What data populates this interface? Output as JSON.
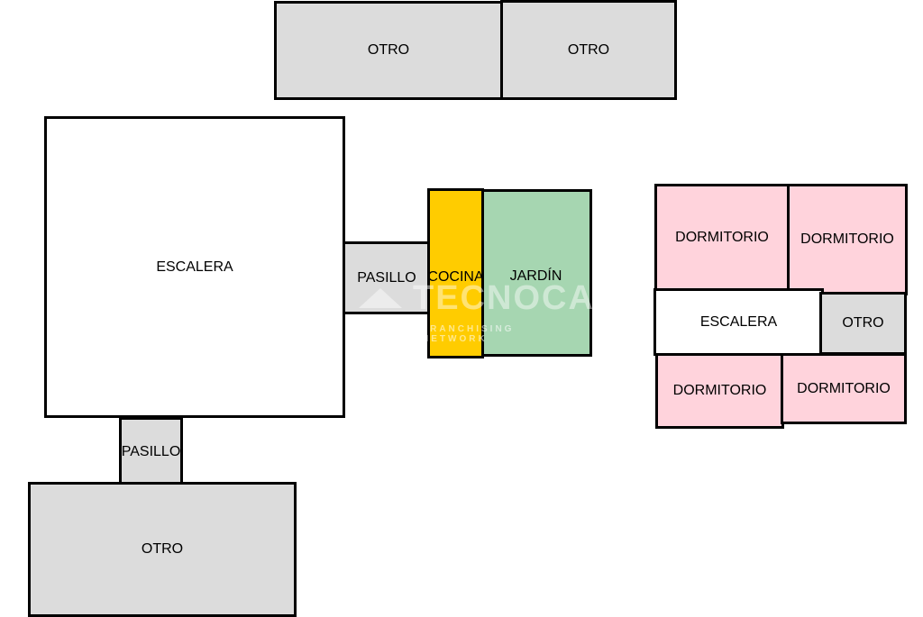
{
  "colors": {
    "gray": "#dcdcdc",
    "white": "#ffffff",
    "pink": "#ffd3dc",
    "yellow": "#ffcc00",
    "green": "#a6d6b1",
    "border": "#000000"
  },
  "rooms": {
    "otro_top_left": "OTRO",
    "otro_top_right": "OTRO",
    "escalera_main": "ESCALERA",
    "pasillo_mid": "PASILLO",
    "cocina": "COCINA",
    "jardin": "JARDÍN",
    "pasillo_bottom": "PASILLO",
    "otro_bottom": "OTRO",
    "dormitorio_1": "DORMITORIO",
    "dormitorio_2": "DORMITORIO",
    "escalera_right": "ESCALERA",
    "otro_right": "OTRO",
    "dormitorio_3": "DORMITORIO",
    "dormitorio_4": "DORMITORIO"
  },
  "watermark": {
    "brand": "TECNOCASA",
    "tagline": "FRANCHISING NETWORK"
  }
}
